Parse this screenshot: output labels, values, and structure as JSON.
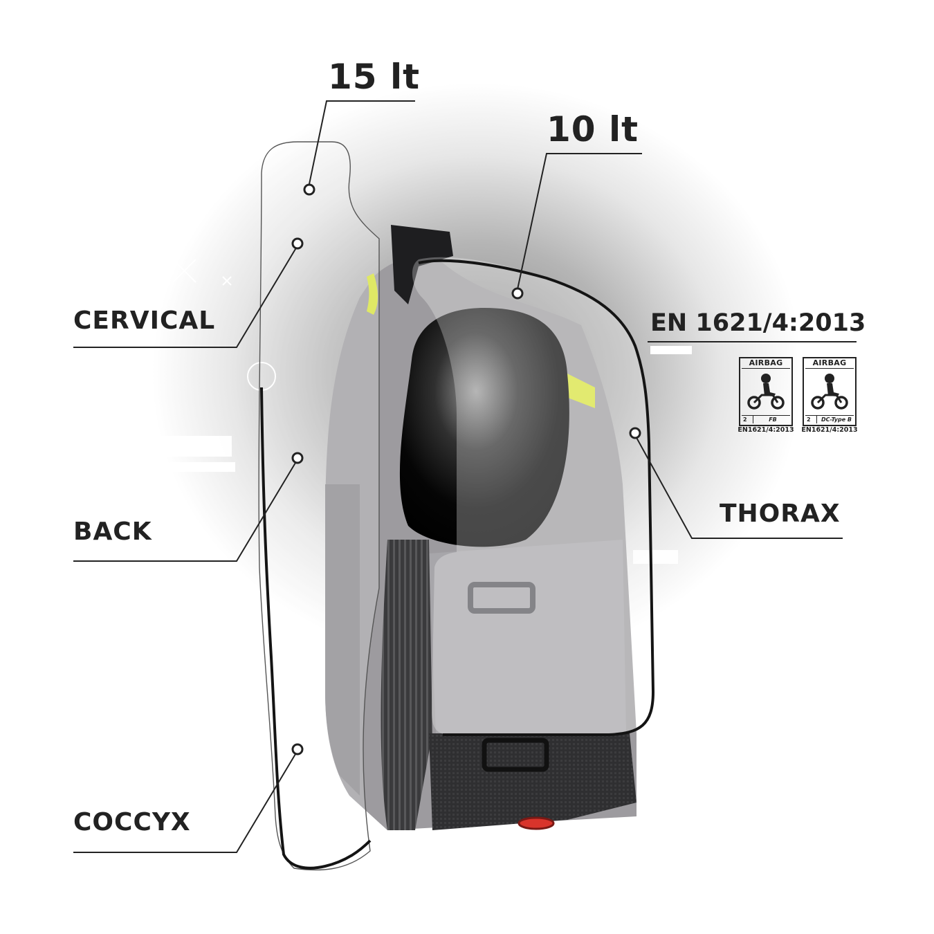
{
  "volumes": {
    "rear": "15 lt",
    "front": "10 lt"
  },
  "zones": {
    "cervical": "CERVICAL",
    "back": "BACK",
    "coccyx": "COCCYX",
    "thorax": "THORAX"
  },
  "certification": {
    "standard": "EN 1621/4:2013",
    "badges": [
      {
        "title": "AIRBAG",
        "class": "2",
        "type": "FB",
        "standard": "EN1621/4:2013",
        "icon": "motorcyclist-icon"
      },
      {
        "title": "AIRBAG",
        "class": "2",
        "type": "DC-Type B",
        "standard": "EN1621/4:2013",
        "icon": "motorcyclist-icon"
      }
    ]
  },
  "colors": {
    "text": "#222222",
    "vest_grey": "#9d9b9f",
    "vest_dark": "#2b2b2d",
    "accent_yellow": "#d7e23a",
    "pull_tab_red": "#d9342b"
  }
}
